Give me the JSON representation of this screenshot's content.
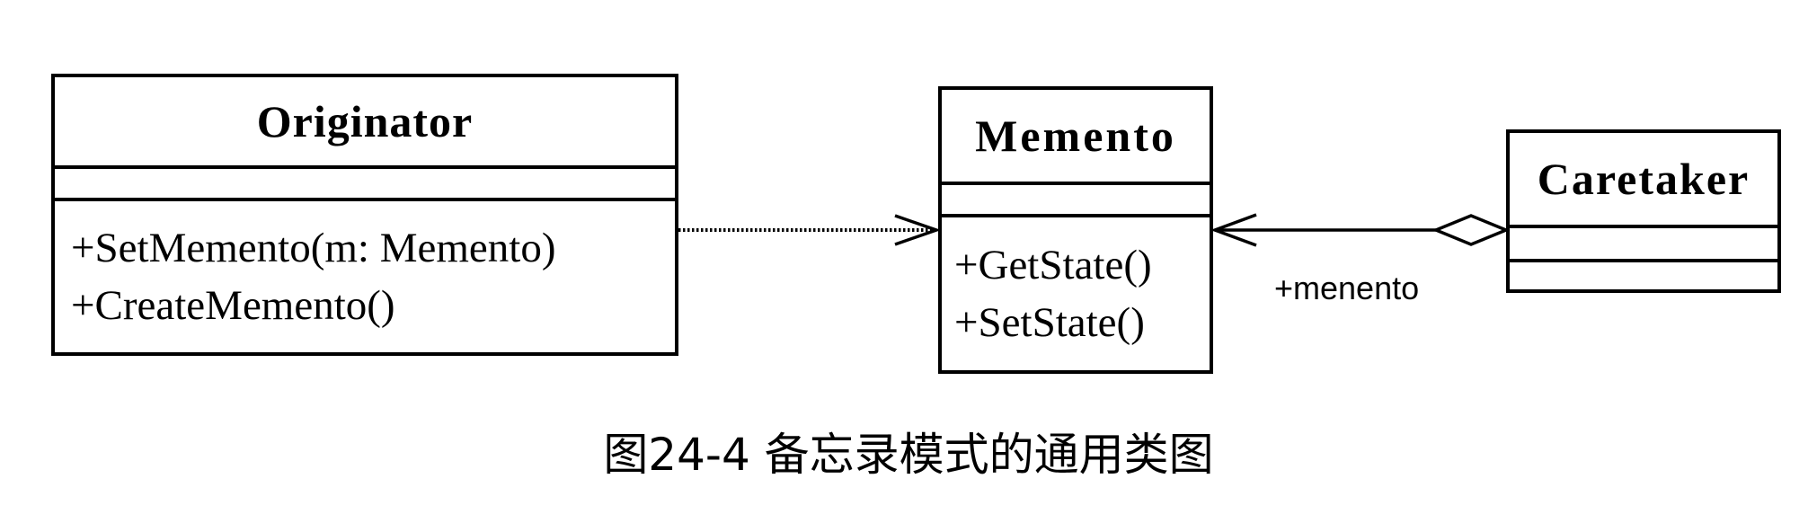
{
  "classes": {
    "originator": {
      "name": "Originator",
      "operations": [
        "+SetMemento(m: Memento)",
        "+CreateMemento()"
      ]
    },
    "memento": {
      "name": "Memento",
      "operations": [
        "+GetState()",
        "+SetState()"
      ]
    },
    "caretaker": {
      "name": "Caretaker",
      "operations": []
    }
  },
  "relations": {
    "dependency": {
      "from": "Originator",
      "to": "Memento",
      "style": "dotted",
      "arrow": "open"
    },
    "aggregation": {
      "from": "Caretaker",
      "to": "Memento",
      "style": "solid",
      "arrow": "open",
      "source_end": "hollow-diamond",
      "role_label": "+menento"
    }
  },
  "caption": "图24-4 备忘录模式的通用类图"
}
